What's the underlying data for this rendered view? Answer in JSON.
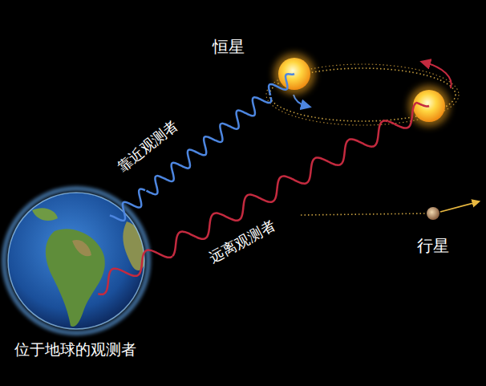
{
  "diagram": {
    "nodes": [
      {
        "text": [
          "恒星"
        ]
      },
      {
        "text": [
          "行星"
        ]
      },
      {
        "text": [
          "位于地球的观测者"
        ]
      }
    ],
    "edges": [
      {
        "from": 0,
        "to": 2,
        "arrow": "none",
        "label": "靠近观测者"
      },
      {
        "from": 0,
        "to": 2,
        "arrow": "none",
        "label": "远离观测者"
      }
    ]
  }
}
